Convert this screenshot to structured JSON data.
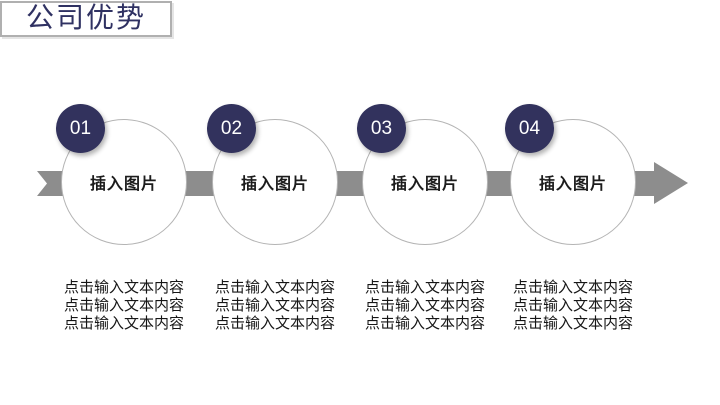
{
  "title": {
    "text": "公司优势"
  },
  "colors": {
    "badge_navy": "#32325d",
    "arrow_gray": "#8d8d8d",
    "title_navy": "#2f3162",
    "circle_border": "#b4b4b4",
    "body_text": "#161616"
  },
  "steps": [
    {
      "number": "01",
      "placeholder": "插入图片",
      "lines": [
        "点击输入文本内容",
        "点击输入文本内容",
        "点击输入文本内容"
      ]
    },
    {
      "number": "02",
      "placeholder": "插入图片",
      "lines": [
        "点击输入文本内容",
        "点击输入文本内容",
        "点击输入文本内容"
      ]
    },
    {
      "number": "03",
      "placeholder": "插入图片",
      "lines": [
        "点击输入文本内容",
        "点击输入文本内容",
        "点击输入文本内容"
      ]
    },
    {
      "number": "04",
      "placeholder": "插入图片",
      "lines": [
        "点击输入文本内容",
        "点击输入文本内容",
        "点击输入文本内容"
      ]
    }
  ]
}
